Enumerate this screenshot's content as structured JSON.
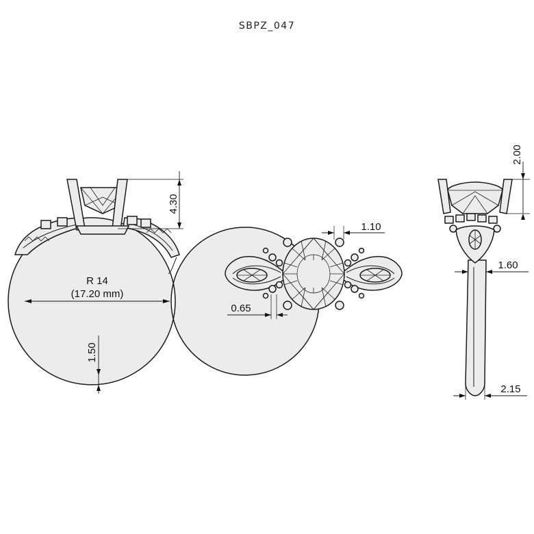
{
  "title": "SBPZ_047",
  "dimensions": {
    "size_label": "R 14",
    "diameter_label": "(17.20 mm)",
    "setting_height": "4.30",
    "shank_thickness": "1.50",
    "prong_gap": "1.10",
    "accent_gap": "0.65",
    "side_top_height": "2.00",
    "side_upper_width": "1.60",
    "side_bottom_width": "2.15"
  }
}
